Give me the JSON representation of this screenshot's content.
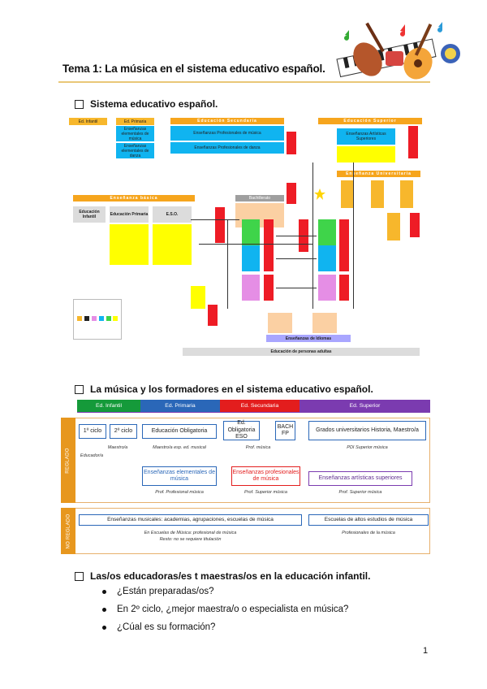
{
  "header": {
    "title": "Tema 1: La música en el sistema educativo español."
  },
  "sections": [
    {
      "label": "Sistema educativo español."
    },
    {
      "label": "La música y los formadores en el sistema educativo español."
    },
    {
      "label": "Las/os educadoras/es t maestras/os en la educación infantil."
    }
  ],
  "diagram1": {
    "ed_infantil": "Ed. Infantil",
    "ed_primaria": "Ed. Primaria",
    "ed_secundaria": "Educación Secundaria",
    "ed_superior": "Educación Superior",
    "ens_prof_musica": "Enseñanzas Profesionales de música",
    "ens_prof_danza": "Enseñanzas Profesionales de danza",
    "ens_elem_musica": "Enseñanzas elementales de música",
    "ens_elem_danza": "Enseñanzas elementales de danza",
    "ens_artisticas_sup": "Enseñanzas Artísticas Superiores",
    "ens_universitarias": "Enseñanza Universitaria",
    "ens_basica": "Enseñanza básica",
    "educacion_infantil": "Educación Infantil",
    "educacion_primaria": "Educación Primaria",
    "eso": "E.S.O.",
    "bachillerato": "Bachillerato",
    "ens_idiomas": "Enseñanzas de Idiomas",
    "ed_adultos": "Educación de personas adultas"
  },
  "diagram2": {
    "levels": [
      "Ed. Infantil",
      "Ed. Primaria",
      "Ed. Secundaria",
      "Ed. Superior"
    ],
    "reglado_label": "REGLADO",
    "no_reglado_label": "NO REGLADO",
    "ciclo1": "1º ciclo",
    "ciclo2": "2º ciclo",
    "ed_obligatoria": "Educación Obligatoria",
    "ed_obligatoria_eso": "Ed. Obligatoria ESO",
    "bach_fp": "BACH FP",
    "grados": "Grados universitarios Historia, Maestro/a",
    "note_maestro": "Maestro/a",
    "note_educador": "Educador/a",
    "note_maestra_esp": "Maestro/a esp. ed. musical",
    "note_prof_musica": "Prof. música",
    "note_pdi": "PDI Superior música",
    "ens_elementales": "Enseñanzas elementales de música",
    "ens_profesionales": "Enseñanzas profesionales de música",
    "ens_artisticas": "Enseñanzas artísticas superiores",
    "note_prof_profesional": "Prof. Profesional música",
    "note_prof_superior": "Prof. Superior música",
    "note_prof_superior2": "Prof. Superior música",
    "no_reglado_box1": "Enseñanzas musicales: academias, agrupaciones, escuelas de música",
    "no_reglado_box2": "Escuelas de altos estudios de música",
    "note_escuelas1": "En Escuelas de Música: profesional de música",
    "note_escuelas2": "Resto: no se requiere titulación",
    "note_profesionales": "Profesionales de la música"
  },
  "bullets": [
    "¿Están preparadas/os?",
    "En 2º ciclo, ¿mejor maestra/o o  especialista en música?",
    "¿Cúal es su formación?"
  ],
  "page_number": "1"
}
